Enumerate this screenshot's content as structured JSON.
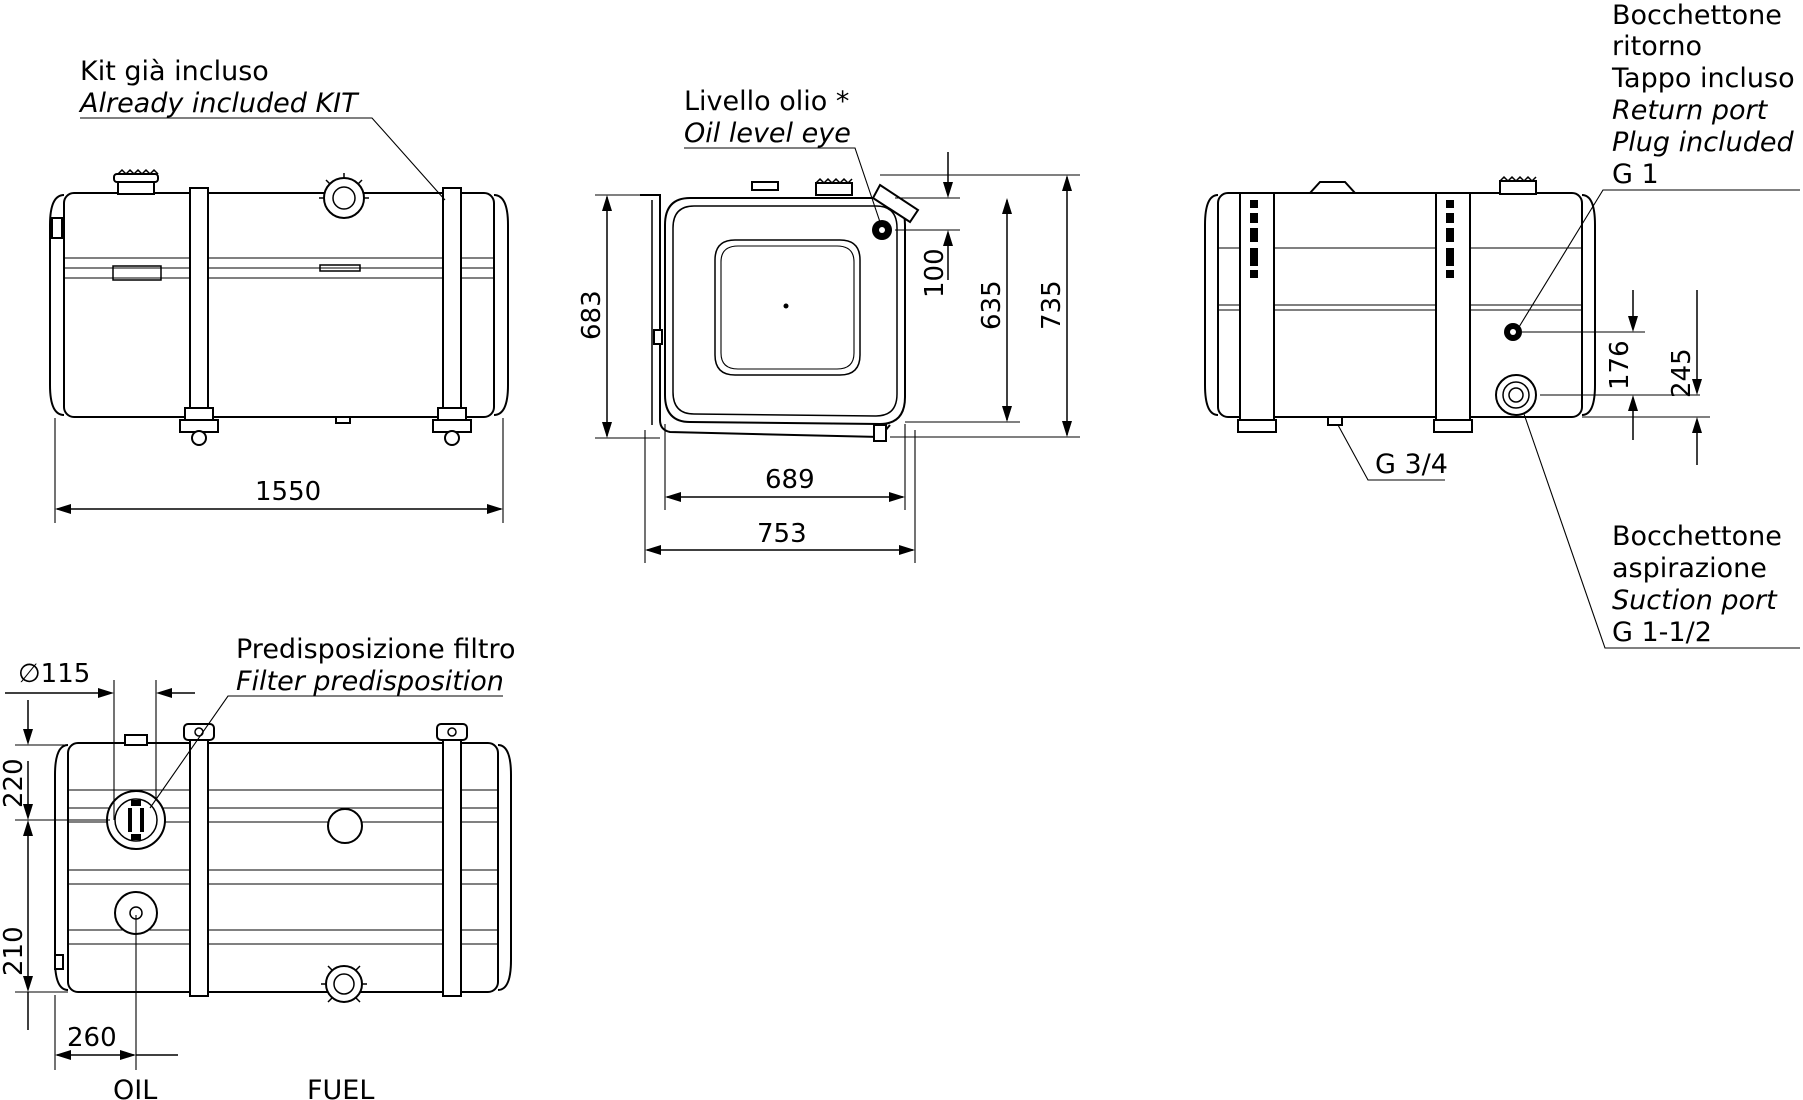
{
  "labels": {
    "kit_it": "Kit già incluso",
    "kit_en": "Already included KIT",
    "oil_level_it": "Livello olio *",
    "oil_level_en": "Oil level eye",
    "return_it_1": "Bocchettone",
    "return_it_2": "ritorno",
    "return_it_3": "Tappo incluso",
    "return_en_1": "Return port",
    "return_en_2": "Plug included",
    "return_thread": "G 1",
    "drain_thread": "G 3/4",
    "suction_it_1": "Bocchettone",
    "suction_it_2": "aspirazione",
    "suction_en": "Suction port",
    "suction_thread": "G 1-1/2",
    "filter_it": "Predisposizione filtro",
    "filter_en": "Filter predisposition",
    "oil": "OIL",
    "fuel": "FUEL"
  },
  "dimensions": {
    "length": "1550",
    "height_683": "683",
    "height_100": "100",
    "height_635": "635",
    "height_735": "735",
    "width_689": "689",
    "width_753": "753",
    "return_176": "176",
    "suction_245": "245",
    "diameter_115": "∅115",
    "top_220": "220",
    "top_210": "210",
    "top_260": "260"
  }
}
